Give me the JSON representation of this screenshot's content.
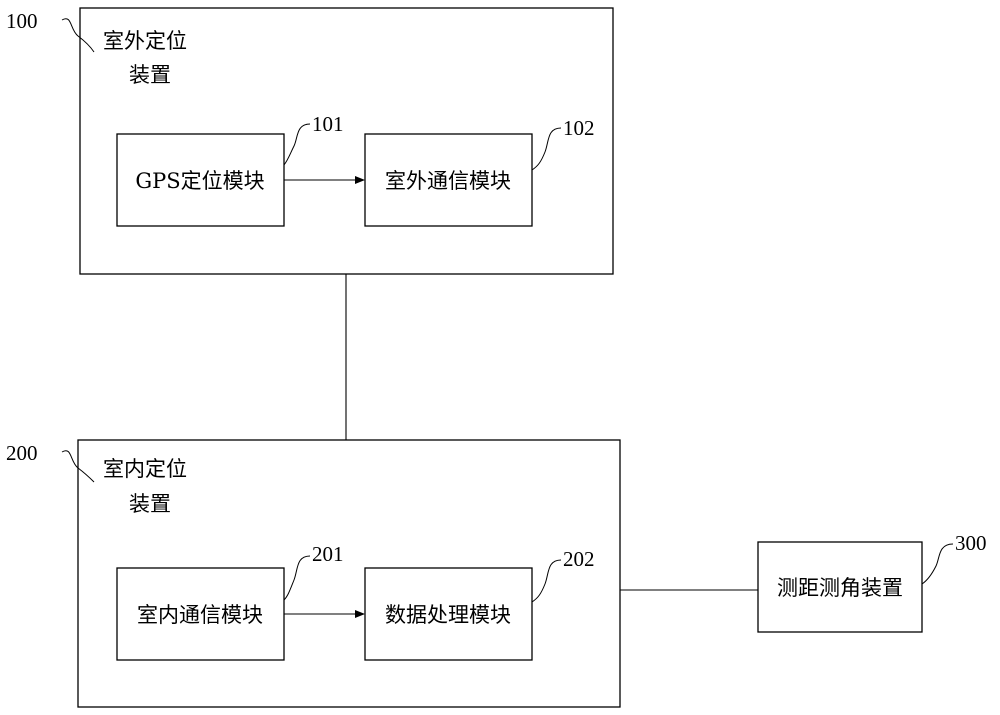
{
  "outdoor_device": {
    "ref": "100",
    "title_line1": "室外定位",
    "title_line2": "装置",
    "gps_module": {
      "ref": "101",
      "label": "GPS定位模块"
    },
    "outdoor_comm_module": {
      "ref": "102",
      "label": "室外通信模块"
    }
  },
  "indoor_device": {
    "ref": "200",
    "title_line1": "室内定位",
    "title_line2": "装置",
    "indoor_comm_module": {
      "ref": "201",
      "label": "室内通信模块"
    },
    "data_processing_module": {
      "ref": "202",
      "label": "数据处理模块"
    }
  },
  "ranging_device": {
    "ref": "300",
    "label": "测距测角装置"
  }
}
